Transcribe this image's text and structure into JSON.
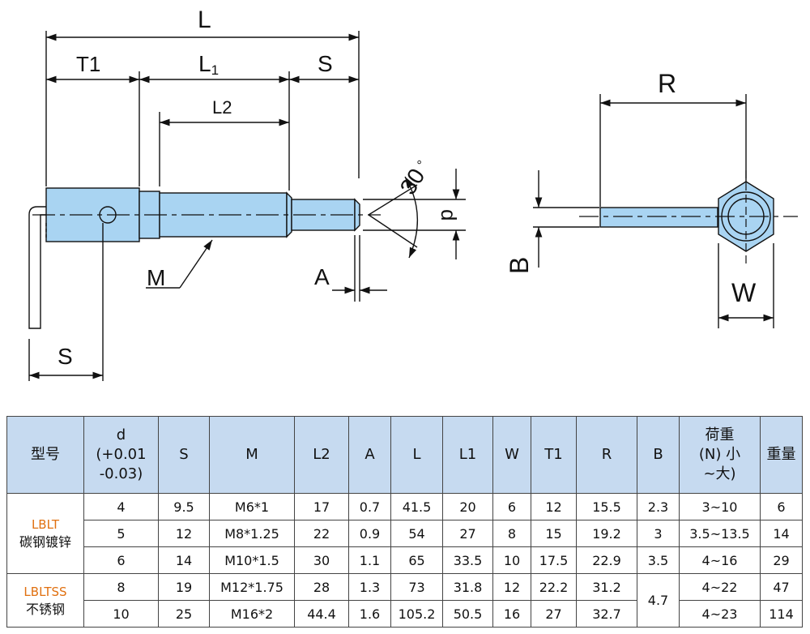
{
  "drawing": {
    "side_view": {
      "dim_L": "L",
      "dim_T1": "T1",
      "dim_L1": "L",
      "dim_L1_sub": "1",
      "dim_S_top": "S",
      "dim_L2": "L2",
      "angle": "30",
      "angle_unit": "°",
      "dim_d": "d",
      "thread_M": "M",
      "dim_A": "A",
      "dim_S_bottom": "S"
    },
    "end_view": {
      "dim_R": "R",
      "dim_B": "B",
      "dim_W": "W"
    },
    "part_color": "#a9d4f2"
  },
  "table": {
    "headers": {
      "model": "型号",
      "d_line1": "d",
      "d_line2": "(+0.01",
      "d_line3": "-0.03)",
      "S": "S",
      "M": "M",
      "L2": "L2",
      "A": "A",
      "L": "L",
      "L1": "L1",
      "W": "W",
      "T1": "T1",
      "R": "R",
      "B": "B",
      "load_line1": "荷重",
      "load_line2": "(N) 小",
      "load_line3": "~大)",
      "weight": "重量"
    },
    "header_bg": "#c6daf0",
    "models": [
      {
        "code": "LBLT",
        "material": "碳钢镀锌"
      },
      {
        "code": "LBLTSS",
        "material": "不锈钢"
      }
    ],
    "model_code_color": "#e07010",
    "rows": [
      {
        "d": "4",
        "S": "9.5",
        "M": "M6*1",
        "L2": "17",
        "A": "0.7",
        "L": "41.5",
        "L1": "20",
        "W": "6",
        "T1": "12",
        "R": "15.5",
        "B": "2.3",
        "load": "3~10",
        "weight": "6"
      },
      {
        "d": "5",
        "S": "12",
        "M": "M8*1.25",
        "L2": "22",
        "A": "0.9",
        "L": "54",
        "L1": "27",
        "W": "8",
        "T1": "15",
        "R": "19.2",
        "B": "3",
        "load": "3.5~13.5",
        "weight": "14"
      },
      {
        "d": "6",
        "S": "14",
        "M": "M10*1.5",
        "L2": "30",
        "A": "1.1",
        "L": "65",
        "L1": "33.5",
        "W": "10",
        "T1": "17.5",
        "R": "22.9",
        "B": "3.5",
        "load": "4~16",
        "weight": "29"
      },
      {
        "d": "8",
        "S": "19",
        "M": "M12*1.75",
        "L2": "28",
        "A": "1.3",
        "L": "73",
        "L1": "31.8",
        "W": "12",
        "T1": "22.2",
        "R": "31.2",
        "B": "4.7",
        "load": "4~22",
        "weight": "47"
      },
      {
        "d": "10",
        "S": "25",
        "M": "M16*2",
        "L2": "44.4",
        "A": "1.6",
        "L": "105.2",
        "L1": "50.5",
        "W": "16",
        "T1": "27",
        "R": "32.7",
        "B": "",
        "load": "4~23",
        "weight": "114"
      }
    ]
  }
}
